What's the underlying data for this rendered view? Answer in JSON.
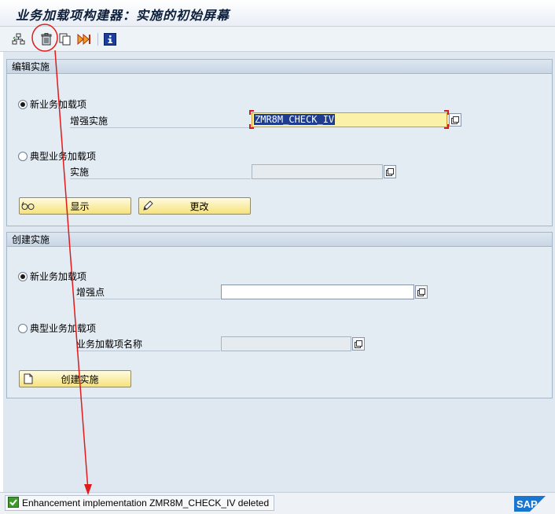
{
  "window": {
    "title": "业务加载项构建器：实施的初始屏幕"
  },
  "toolbar": {
    "icons": [
      "hierarchy-icon",
      "trash-icon",
      "copy-icon",
      "execute-icon",
      "info-icon"
    ]
  },
  "edit_group": {
    "title": "编辑实施",
    "radio_new": "新业务加载项",
    "label_enh_impl": "增强实施",
    "enh_impl_value": "ZMR8M_CHECK_IV",
    "radio_classic": "典型业务加载项",
    "label_impl": "实施",
    "impl_value": "",
    "display_button": "显示",
    "change_button": "更改"
  },
  "create_group": {
    "title": "创建实施",
    "radio_new": "新业务加载项",
    "label_enh_point": "增强点",
    "enh_point_value": "",
    "radio_classic": "典型业务加载项",
    "label_badi_name": "业务加载项名称",
    "badi_name_value": "",
    "create_button": "创建实施"
  },
  "statusbar": {
    "message": "Enhancement implementation ZMR8M_CHECK_IV deleted",
    "logo": "SAP"
  },
  "colors": {
    "annotation_red": "#e01b1b",
    "sap_blue": "#1a75cf"
  }
}
